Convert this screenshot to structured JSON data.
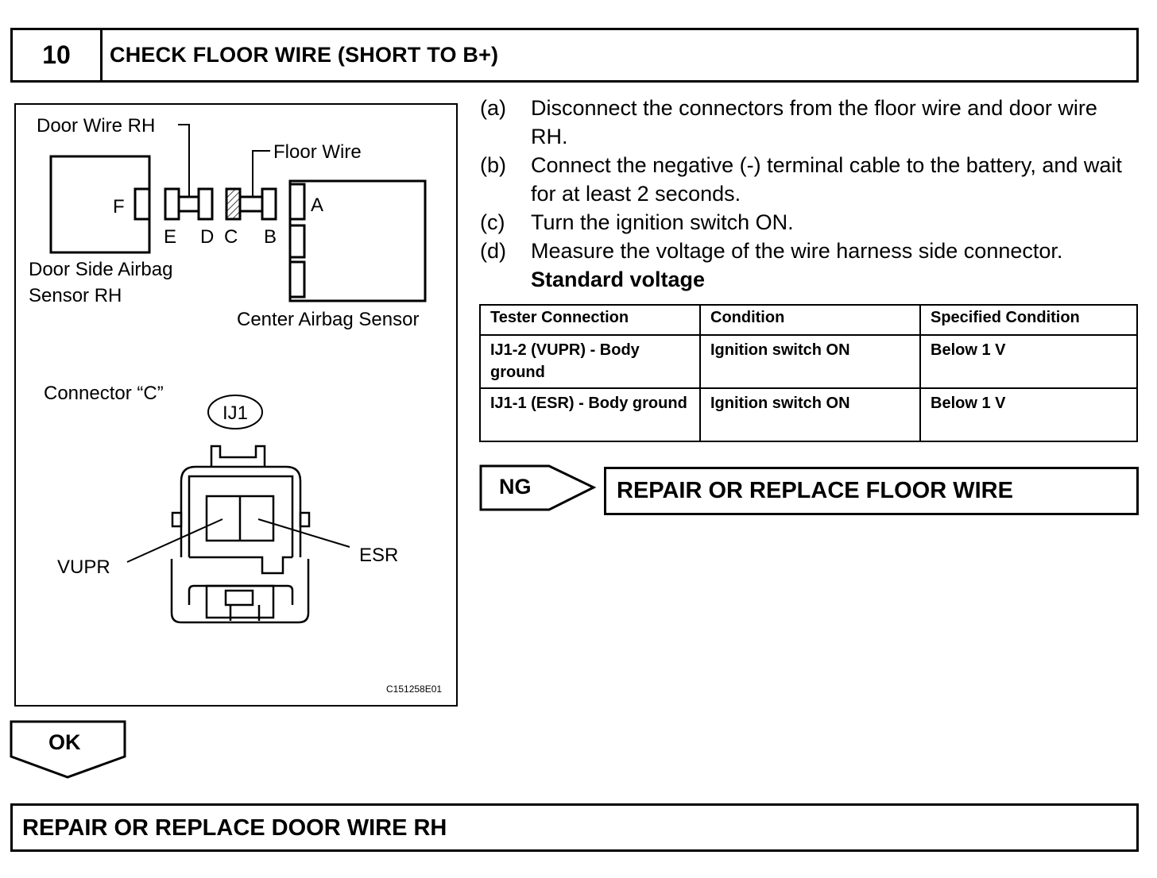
{
  "header": {
    "step_number": "10",
    "title": "CHECK FLOOR WIRE (SHORT TO B+)"
  },
  "figure": {
    "labels": {
      "door_wire_rh": "Door Wire RH",
      "floor_wire": "Floor Wire",
      "f": "F",
      "e": "E",
      "d": "D",
      "c": "C",
      "b": "B",
      "a": "A",
      "door_sensor_line1": "Door Side Airbag",
      "door_sensor_line2": "Sensor RH",
      "center_sensor": "Center Airbag Sensor",
      "connector_c": "Connector “C”",
      "ij1": "IJ1",
      "vupr": "VUPR",
      "esr": "ESR"
    },
    "figure_id": "C151258E01"
  },
  "instructions": [
    {
      "letter": "(a)",
      "text": "Disconnect the connectors from the floor wire and door wire RH."
    },
    {
      "letter": "(b)",
      "text": "Connect the negative (-) terminal cable to the battery, and wait for at least 2 seconds."
    },
    {
      "letter": "(c)",
      "text": "Turn the ignition switch ON."
    },
    {
      "letter": "(d)",
      "text": "Measure the voltage of the wire harness side connector."
    }
  ],
  "standard_label": "Standard voltage",
  "table": {
    "headers": [
      "Tester Connection",
      "Condition",
      "Specified Condition"
    ],
    "rows": [
      [
        "IJ1-2 (VUPR) - Body ground",
        "Ignition switch ON",
        "Below 1 V"
      ],
      [
        "IJ1-1 (ESR) - Body ground",
        "Ignition switch ON",
        "Below 1 V"
      ]
    ]
  },
  "ng": {
    "label": "NG",
    "result": "REPAIR OR REPLACE FLOOR WIRE"
  },
  "ok": {
    "label": "OK",
    "result": "REPAIR OR REPLACE DOOR WIRE RH"
  }
}
